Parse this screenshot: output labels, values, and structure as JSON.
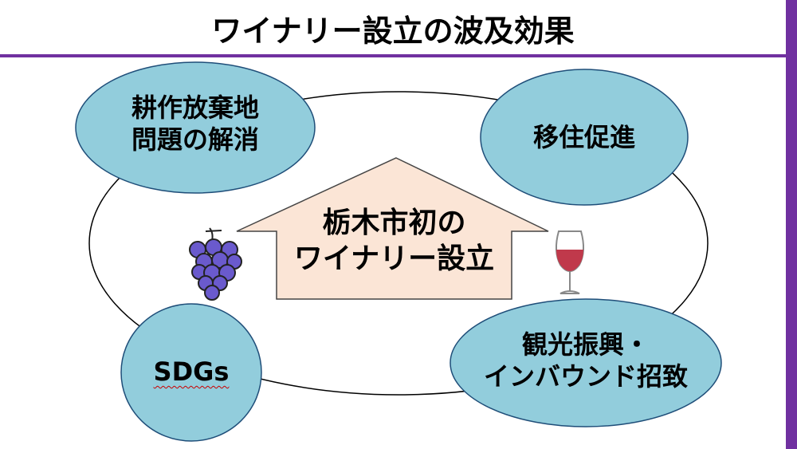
{
  "title": "ワイナリー設立の波及効果",
  "center": {
    "line1": "栃木市初の",
    "line2": "ワイナリー設立"
  },
  "effects": {
    "farmland": {
      "line1": "耕作放棄地",
      "line2": "問題の解消"
    },
    "migration": "移住促進",
    "sdgs": "SDGs",
    "tourism": {
      "line1": "観光振興・",
      "line2": "インバウンド招致"
    }
  },
  "icons": {
    "left": "grapes-icon",
    "right": "wine-glass-icon"
  },
  "colors": {
    "accent": "#7030a0",
    "bubble": "#92cddc",
    "house": "#fbe5d6",
    "grape": "#6a5acd",
    "wine": "#c0394b"
  }
}
